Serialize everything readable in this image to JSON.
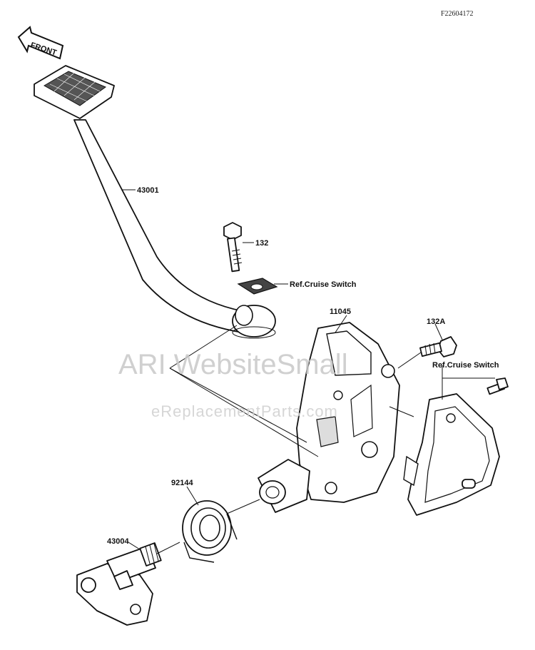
{
  "drawing_code": "F22604172",
  "front_arrow_label": "FRONT",
  "watermark": {
    "primary": "ARI WebsiteSmall",
    "secondary": "eReplacementParts.com"
  },
  "labels": {
    "pedal": "43001",
    "bolt": "132",
    "ref_switch_top": "Ref.Cruise Switch",
    "bracket": "11045",
    "bolt_a": "132A",
    "ref_switch_right": "Ref.Cruise Switch",
    "spring": "92144",
    "shaft": "43004"
  }
}
